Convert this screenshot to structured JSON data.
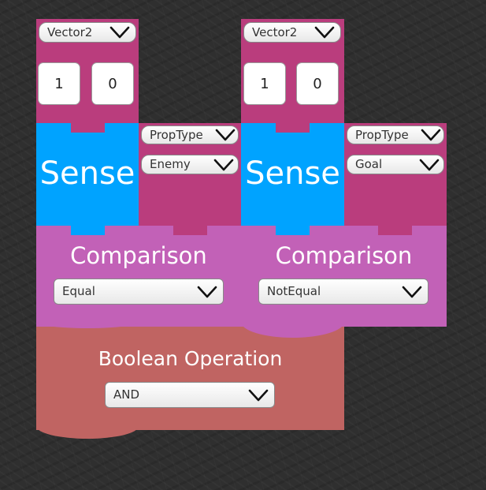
{
  "nodes": {
    "left": {
      "vector_dropdown": {
        "value": "Vector2",
        "icon": "chevron-down-icon"
      },
      "vector_x": "1",
      "vector_y": "0",
      "sense_label": "Sense",
      "prop_type_dropdown": {
        "value": "PropType",
        "icon": "chevron-down-icon"
      },
      "prop_value_dropdown": {
        "value": "Enemy",
        "icon": "chevron-down-icon"
      },
      "comparison_label": "Comparison",
      "comparison_dropdown": {
        "value": "Equal",
        "icon": "chevron-down-icon"
      }
    },
    "right": {
      "vector_dropdown": {
        "value": "Vector2",
        "icon": "chevron-down-icon"
      },
      "vector_x": "1",
      "vector_y": "0",
      "sense_label": "Sense",
      "prop_type_dropdown": {
        "value": "PropType",
        "icon": "chevron-down-icon"
      },
      "prop_value_dropdown": {
        "value": "Goal",
        "icon": "chevron-down-icon"
      },
      "comparison_label": "Comparison",
      "comparison_dropdown": {
        "value": "NotEqual",
        "icon": "chevron-down-icon"
      }
    },
    "boolean_operation": {
      "label": "Boolean Operation",
      "operator_dropdown": {
        "value": "AND",
        "icon": "chevron-down-icon"
      }
    }
  },
  "colors": {
    "background": "#2f2f2f",
    "vector_block": "#ba3d7d",
    "sense_block": "#00a3ff",
    "comparison_block": "#c261b7",
    "boolean_block": "#c06462"
  }
}
